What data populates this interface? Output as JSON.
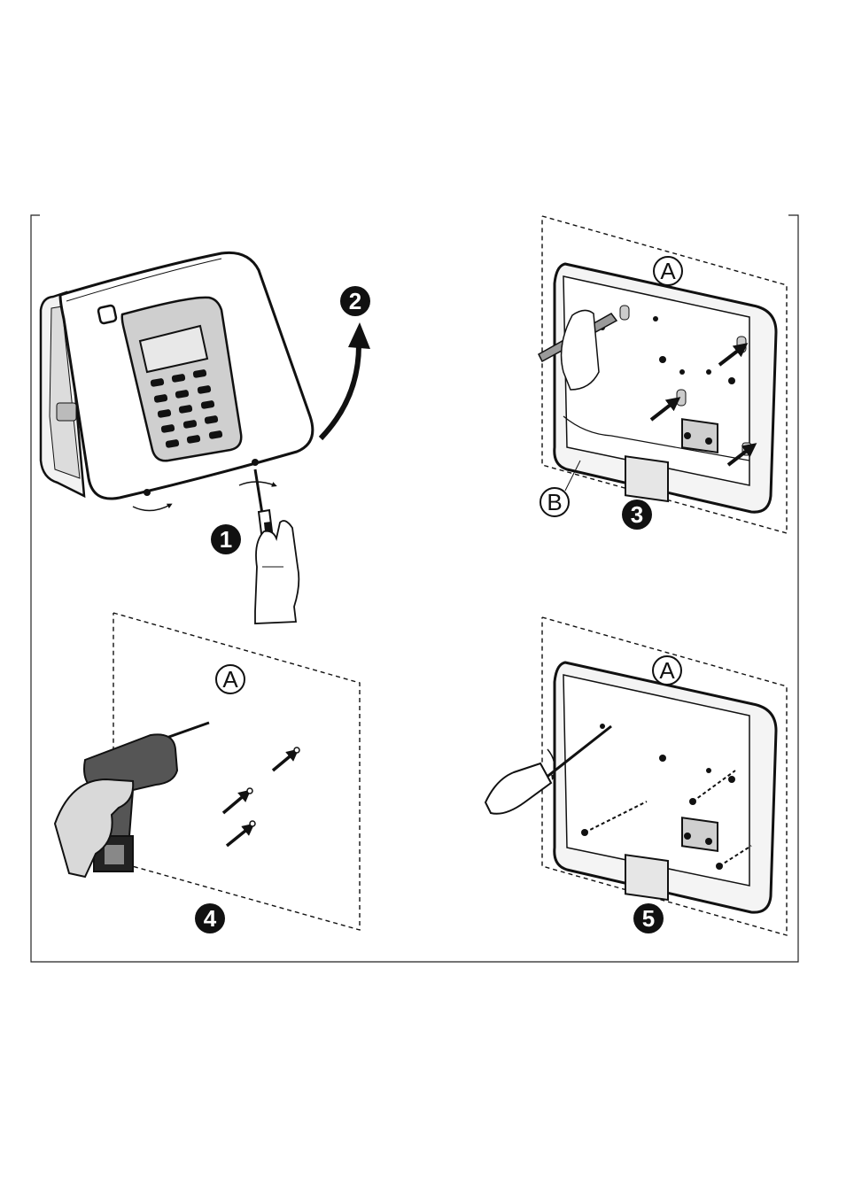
{
  "diagram": {
    "colors": {
      "ink": "#111111",
      "paper": "#ffffff",
      "shade": "#d9d9d9",
      "mid": "#9a9a9a"
    },
    "steps": [
      {
        "label": "1"
      },
      {
        "label": "2"
      },
      {
        "label": "3"
      },
      {
        "label": "4"
      },
      {
        "label": "5"
      }
    ],
    "callouts": {
      "wall_step3": "A",
      "wall_step4": "A",
      "wall_step5": "A",
      "knockout_b": "B"
    },
    "icons": [
      "control-panel-icon",
      "screwdriver-icon",
      "hand-icon",
      "curved-arrow-icon",
      "drill-icon",
      "arrow-icon",
      "back-plate-icon"
    ]
  }
}
